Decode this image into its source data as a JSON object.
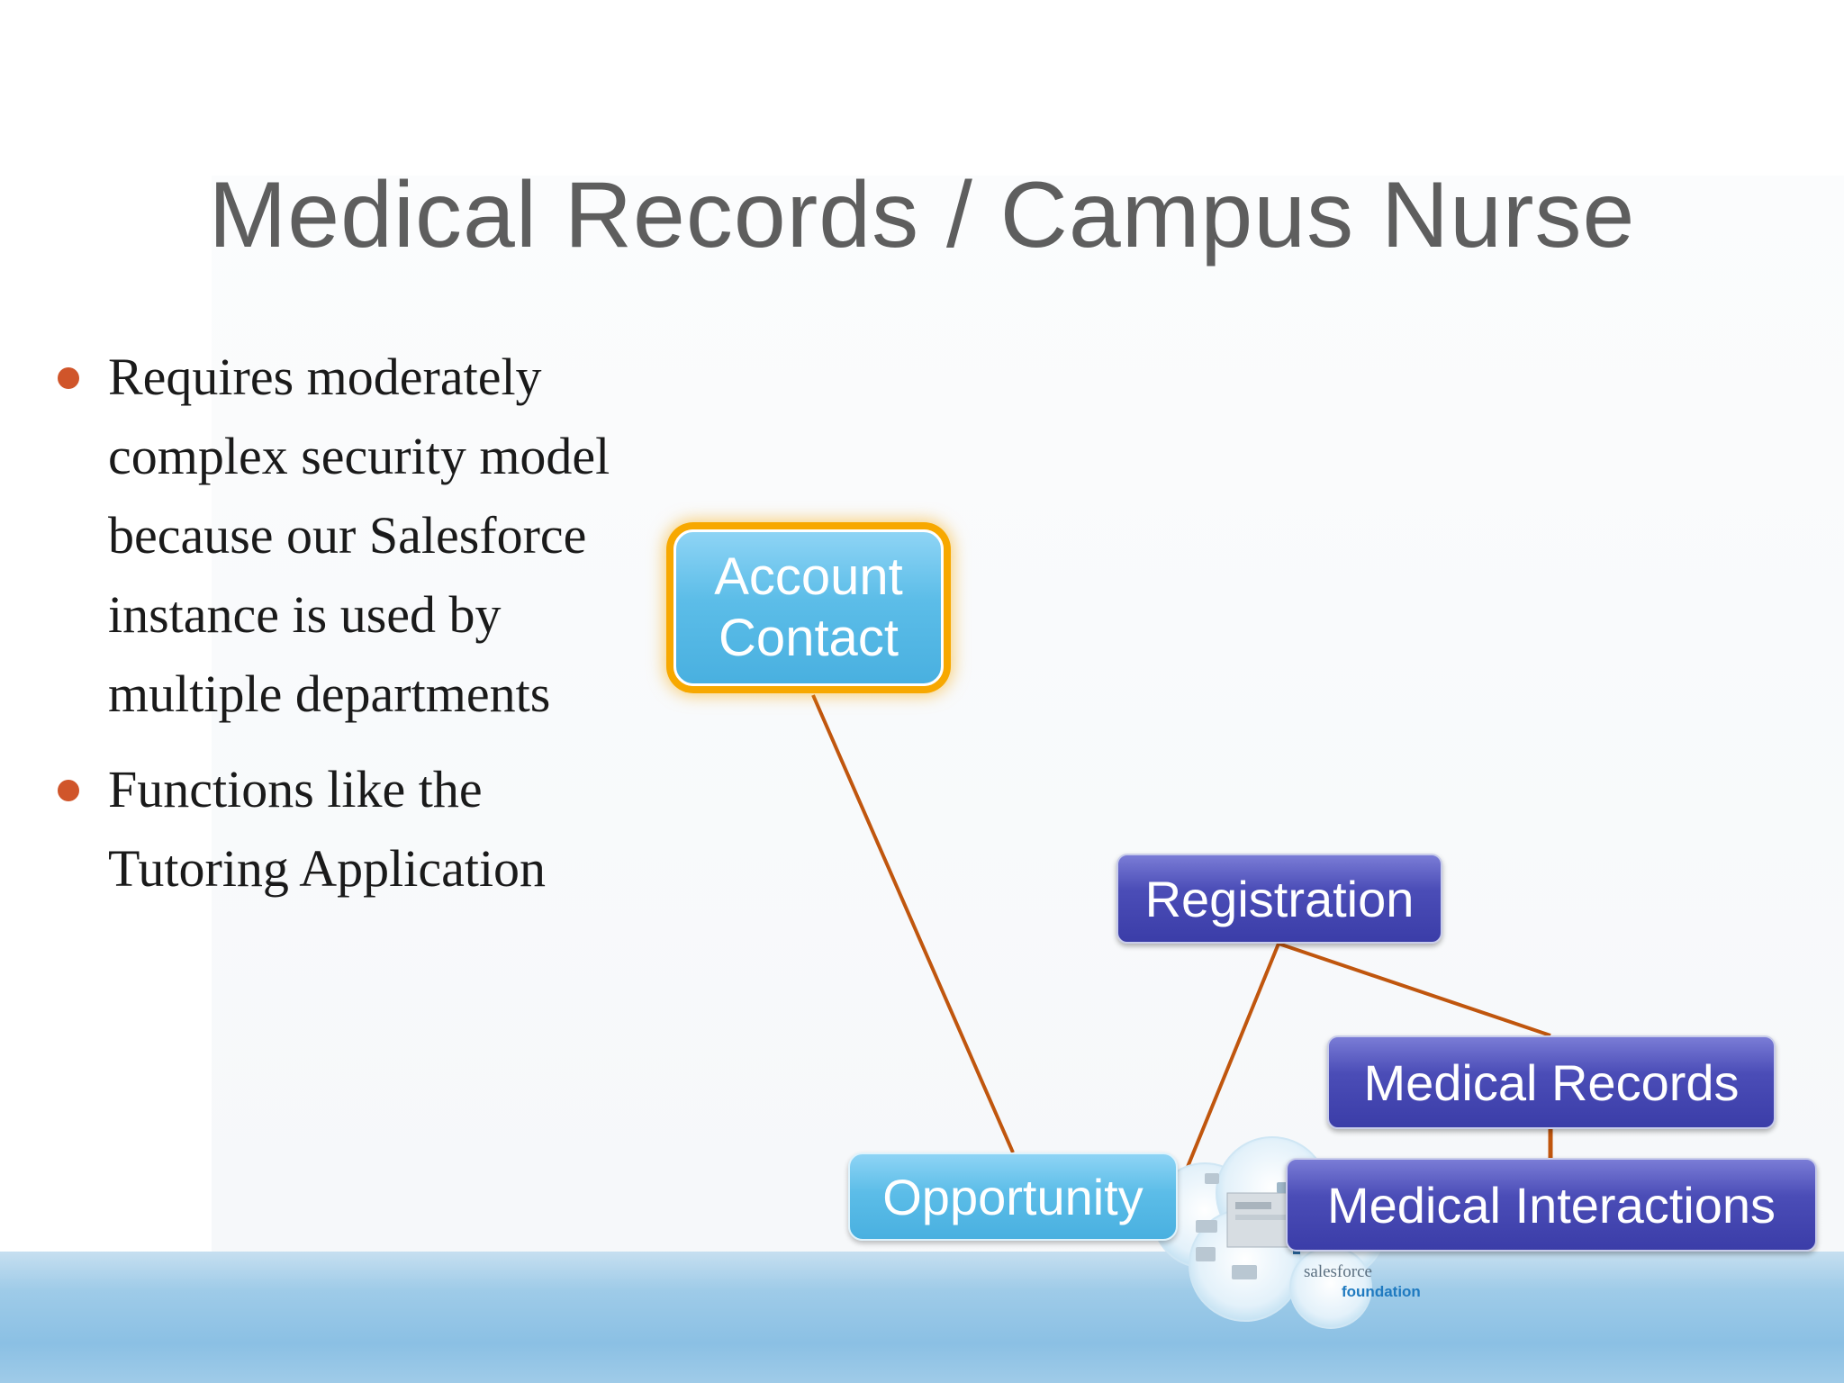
{
  "slide": {
    "title": "Medical Records / Campus Nurse",
    "bullets": [
      "Requires moderately complex security model because our Salesforce instance is used by multiple departments",
      "Functions like the Tutoring Application"
    ]
  },
  "diagram": {
    "nodes": {
      "account_contact": {
        "line1": "Account",
        "line2": "Contact"
      },
      "registration": "Registration",
      "medical_records": "Medical Records",
      "medical_interactions": "Medical Interactions",
      "opportunity": "Opportunity"
    },
    "edges": [
      [
        "account_contact",
        "opportunity"
      ],
      [
        "registration",
        "opportunity"
      ],
      [
        "registration",
        "medical_records"
      ],
      [
        "medical_records",
        "medical_interactions"
      ]
    ]
  },
  "logo": {
    "word1": "salesforce",
    "word2": "foundation"
  },
  "colors": {
    "connector": "#c0560e",
    "bullet": "#d0552a",
    "node_cyan": "#5cbde8",
    "node_purple": "#4b4db7",
    "glow": "#f7a800"
  }
}
